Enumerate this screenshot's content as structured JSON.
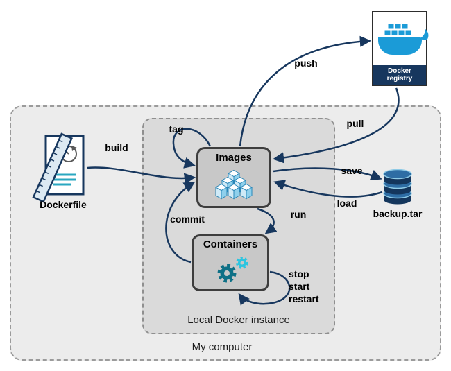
{
  "outer": {
    "label": "My computer"
  },
  "inner": {
    "label": "Local Docker instance"
  },
  "nodes": {
    "dockerfile": {
      "label": "Dockerfile"
    },
    "images": {
      "label": "Images"
    },
    "containers": {
      "label": "Containers"
    },
    "registry": {
      "line1": "Docker",
      "line2": "registry"
    },
    "backup": {
      "label": "backup.tar"
    }
  },
  "edges": {
    "build": {
      "label": "build"
    },
    "tag": {
      "label": "tag"
    },
    "push": {
      "label": "push"
    },
    "pull": {
      "label": "pull"
    },
    "save": {
      "label": "save"
    },
    "load": {
      "label": "load"
    },
    "run": {
      "label": "run"
    },
    "commit": {
      "label": "commit"
    },
    "stop_start_restart": {
      "line1": "stop",
      "line2": "start",
      "line3": "restart"
    }
  },
  "colors": {
    "arrow": "#17375e",
    "docker_blue": "#1b9bd7",
    "registry_band": "#17375e",
    "node_fill": "#c8c8c8"
  }
}
